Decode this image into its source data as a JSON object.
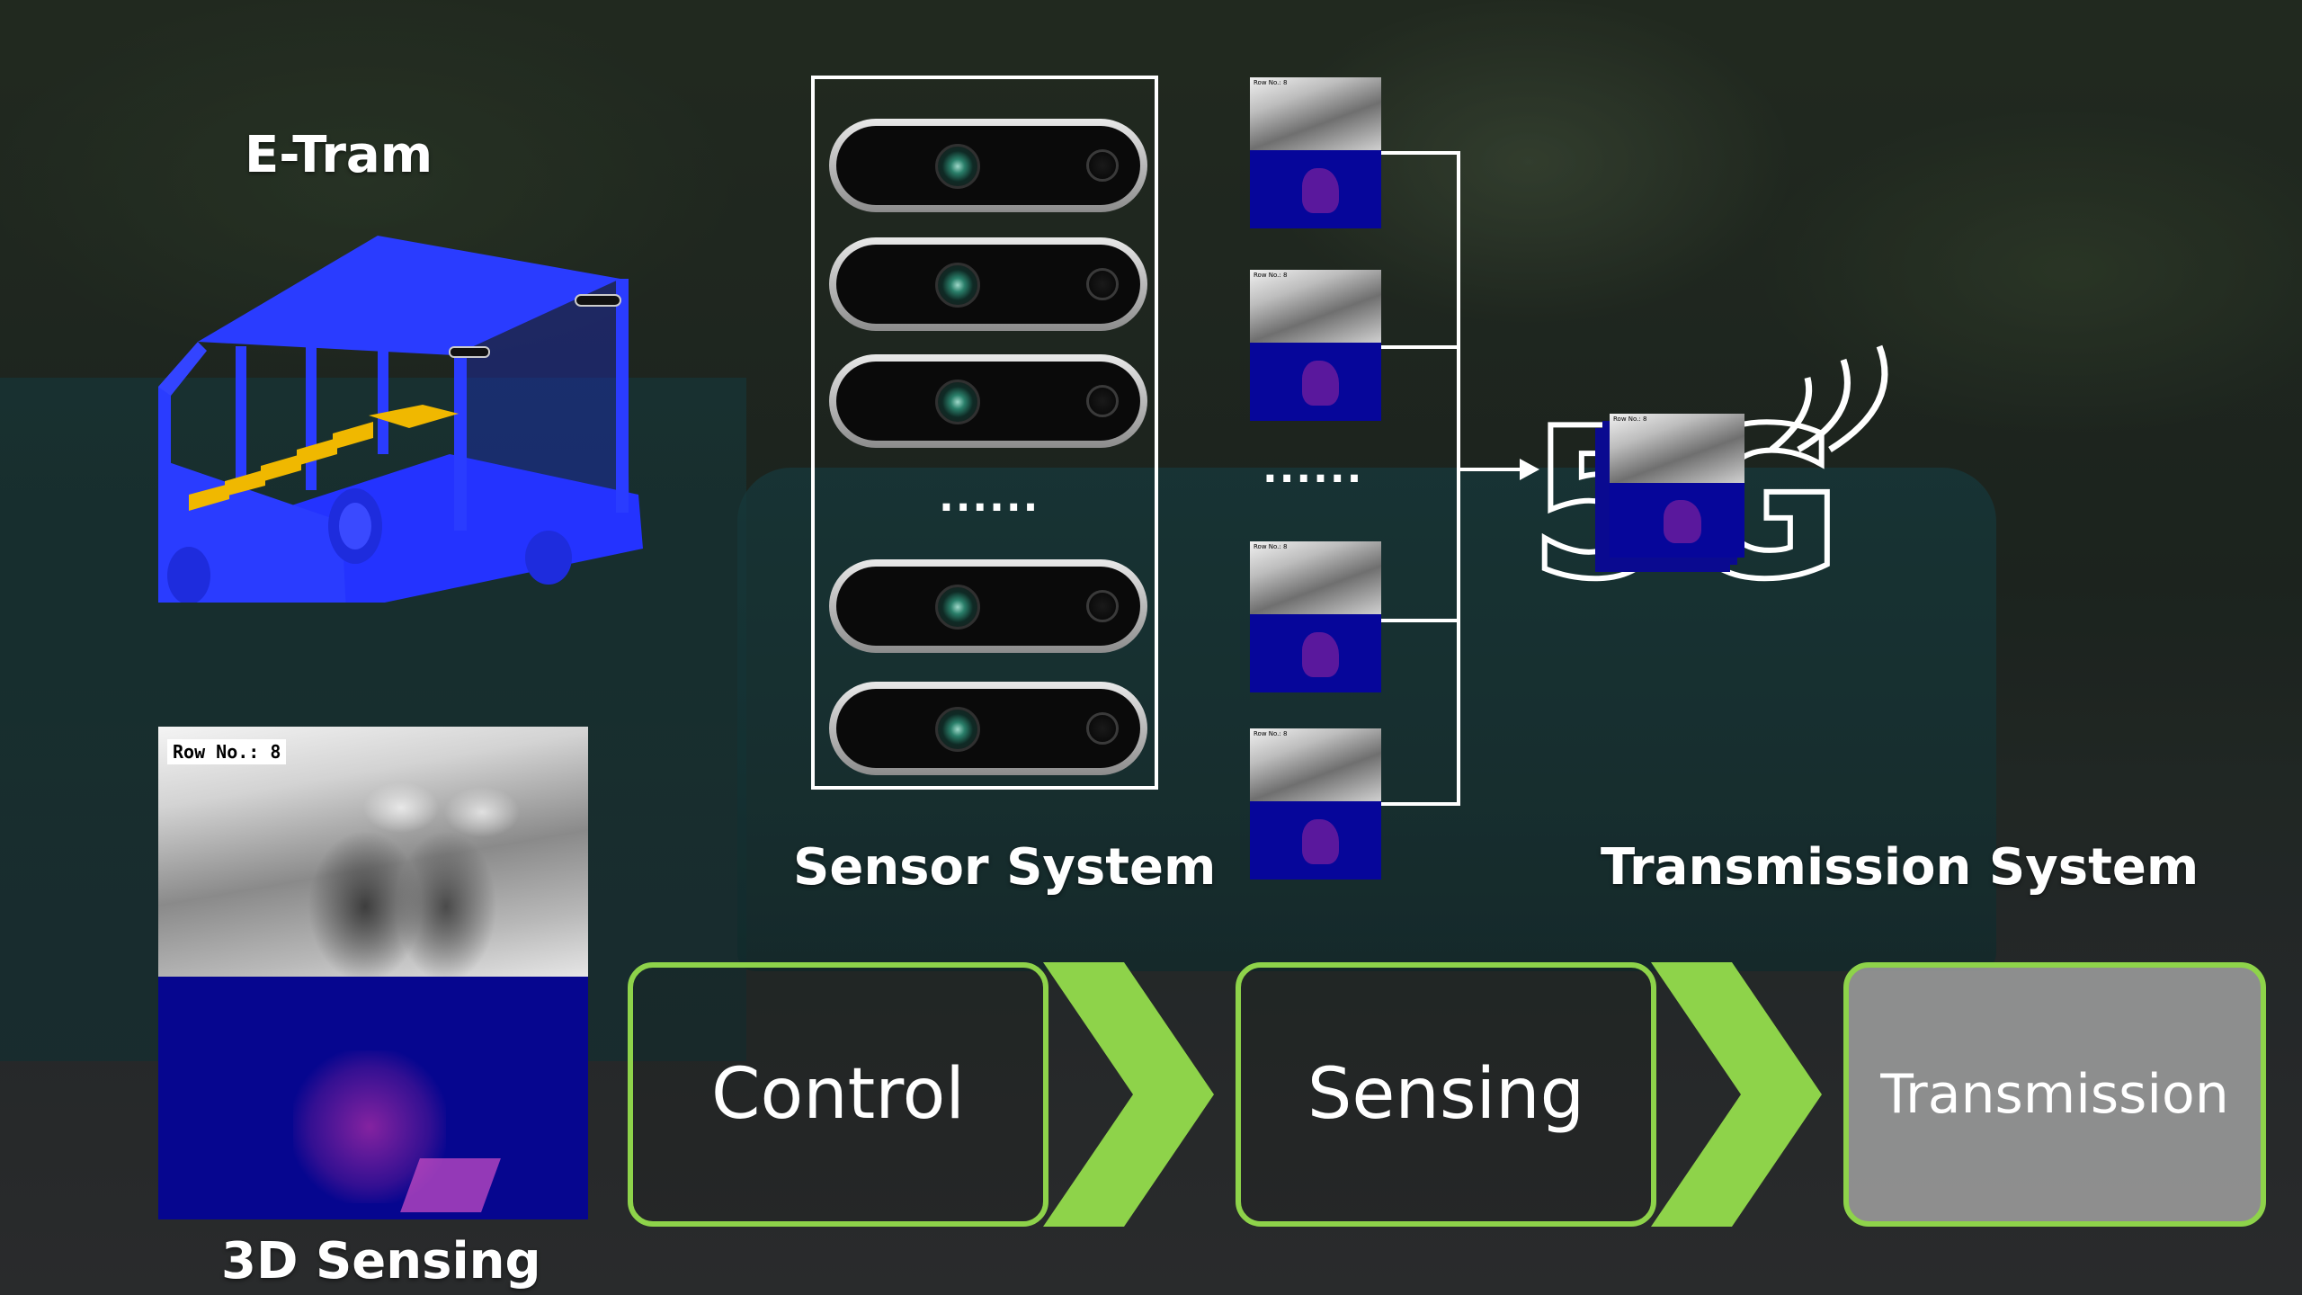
{
  "labels": {
    "etram": "E-Tram",
    "sensing3d": "3D Sensing",
    "sensor_system": "Sensor System",
    "transmission_system": "Transmission System",
    "ellipsis": "......"
  },
  "frame_caption": "Row No.: 8",
  "fiveg_text": "5G",
  "flow": {
    "steps": [
      "Control",
      "Sensing",
      "Transmission"
    ],
    "active": "Transmission"
  },
  "colors": {
    "accent_green": "#8ed34a",
    "tram_blue": "#2a3cff",
    "seat_yellow": "#f0b800",
    "depth_blue": "#06069a",
    "active_box": "#a0a0a0"
  },
  "icons": [
    "tram-icon",
    "depth-camera-icon",
    "wifi-signal-icon",
    "arrow-right-icon",
    "chevron-right-icon"
  ]
}
